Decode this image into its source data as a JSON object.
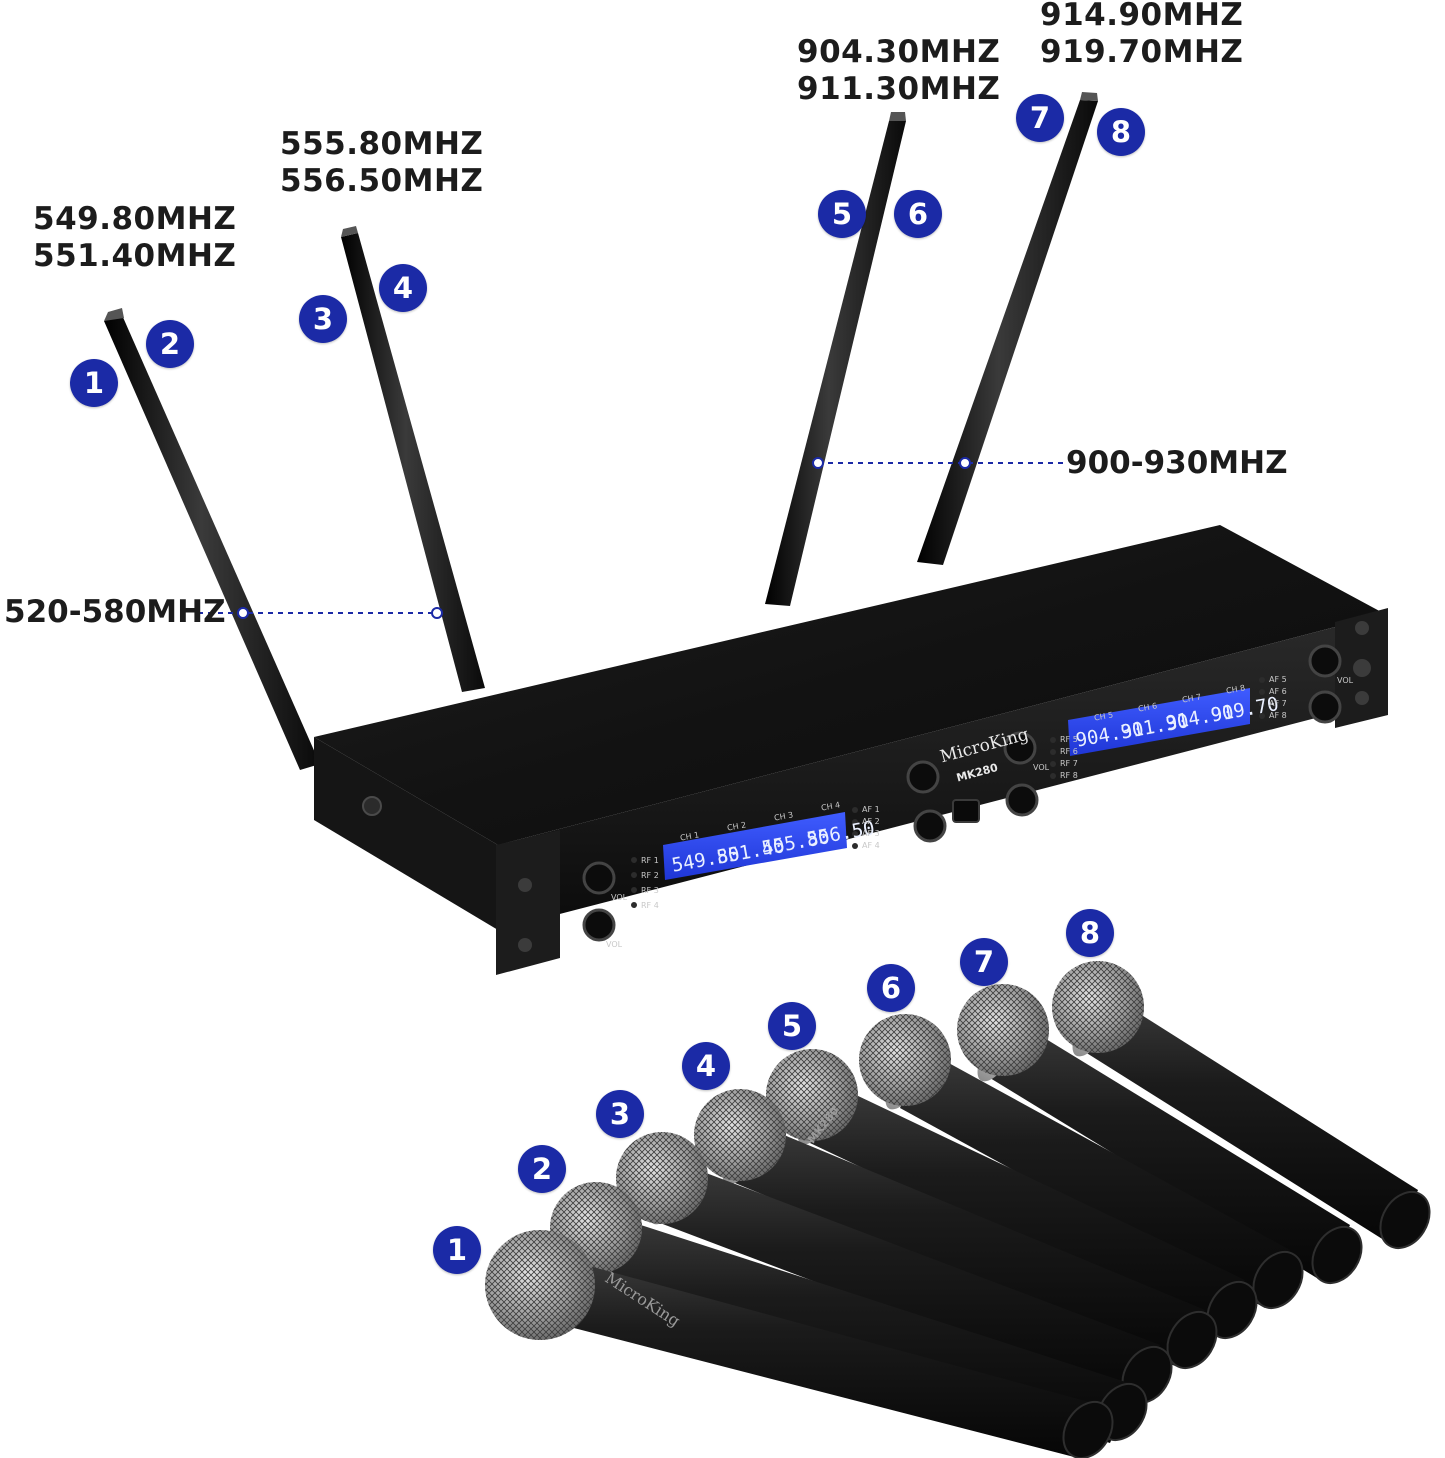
{
  "antenna_labels": {
    "a1": [
      "549.80MHZ",
      "551.40MHZ"
    ],
    "a2": [
      "555.80MHZ",
      "556.50MHZ"
    ],
    "a3": [
      "904.30MHZ",
      "911.30MHZ"
    ],
    "a4": [
      "914.90MHZ",
      "919.70MHZ"
    ]
  },
  "band_labels": {
    "low": "520-580MHZ",
    "high": "900-930MHZ"
  },
  "antenna_badges": [
    "1",
    "2",
    "3",
    "4",
    "5",
    "6",
    "7",
    "8"
  ],
  "mic_badges": [
    "1",
    "2",
    "3",
    "4",
    "5",
    "6",
    "7",
    "8"
  ],
  "receiver": {
    "brand": "MicroKing",
    "model": "MK280",
    "left_displays": [
      "549.80",
      "551.40",
      "555.80",
      "556.50"
    ],
    "right_displays": [
      "904.30",
      "911.30",
      "914.90",
      "919.70"
    ],
    "left_channels": [
      "CH 1",
      "CH 2",
      "CH 3",
      "CH 4"
    ],
    "right_channels": [
      "CH 5",
      "CH 6",
      "CH 7",
      "CH 8"
    ],
    "left_af": [
      "AF 1",
      "AF 2",
      "AF 3",
      "AF 4"
    ],
    "left_rf": [
      "RF 1",
      "RF 2",
      "RF 3",
      "RF 4"
    ],
    "right_af": [
      "AF 5",
      "AF 6",
      "AF 7",
      "AF 8"
    ],
    "right_rf": [
      "RF 5",
      "RF 6",
      "RF 7",
      "RF 8"
    ],
    "vol": "VOL"
  },
  "microphone": {
    "brand": "MicroKing",
    "model": "MK280"
  },
  "colors": {
    "badge": "#1b2aa6",
    "lcd": "#2b45e8",
    "body": "#161616",
    "dash": "#1b2aa6"
  }
}
